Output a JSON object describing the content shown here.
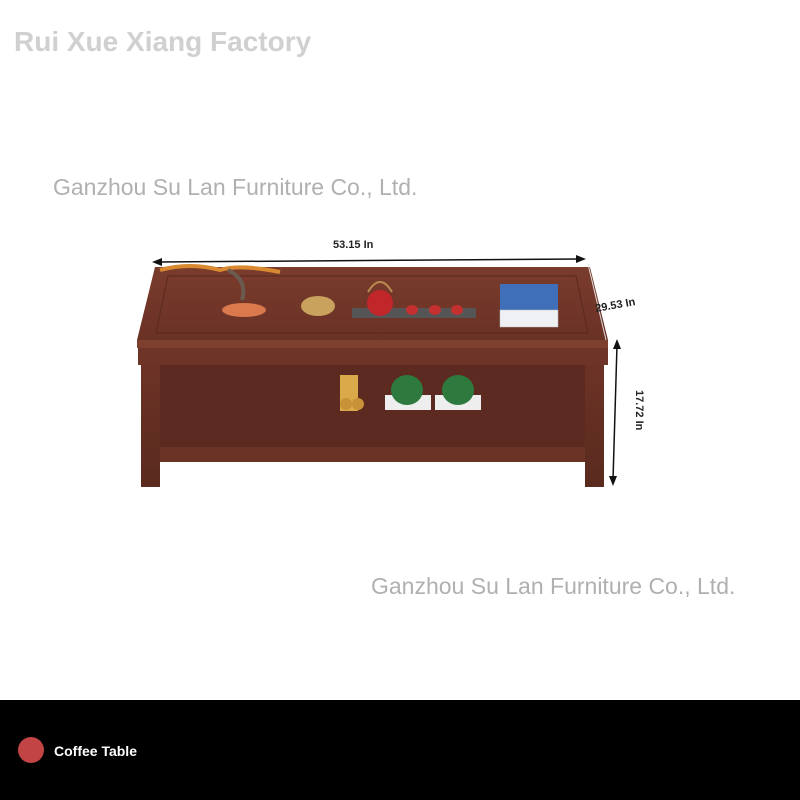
{
  "watermarks": {
    "factory": "Rui Xue Xiang Factory",
    "company_top": "Ganzhou Su Lan Furniture Co., Ltd.",
    "company_bottom": "Ganzhou Su Lan Furniture Co., Ltd."
  },
  "dimensions": {
    "width": "53.15 In",
    "depth": "29.53 In",
    "height": "17.72 In"
  },
  "caption": {
    "label": "Coffee Table",
    "dot_color": "#c24444"
  }
}
